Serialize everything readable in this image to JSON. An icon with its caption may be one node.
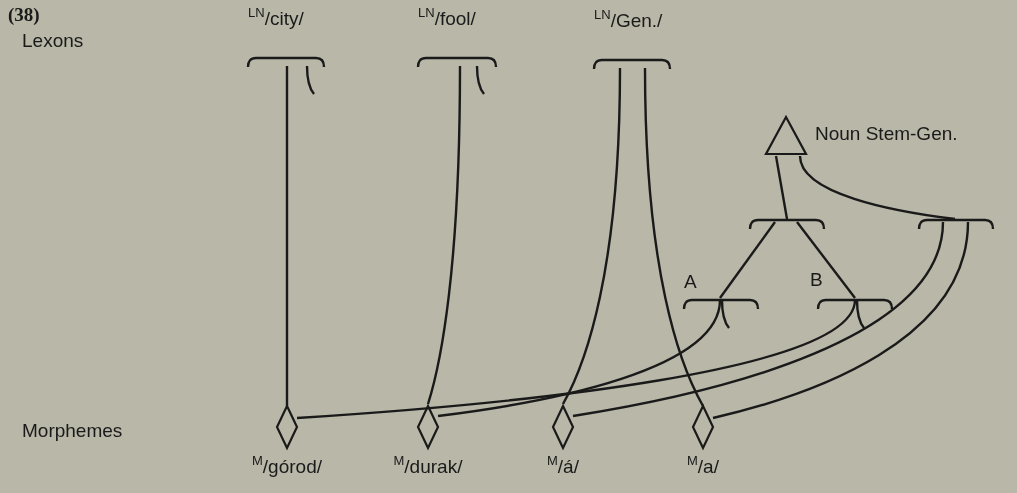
{
  "diagram": {
    "nodes": [
      {
        "text": [
          "$^{LN}$/city/"
        ]
      },
      {
        "text": [
          "$^{LN}$/fool/"
        ]
      },
      {
        "text": [
          "$^{LN}$/Gen./"
        ]
      },
      {
        "text": [
          "Noun Stem-Gen."
        ]
      },
      {
        "text": [],
        "shape": "bracket"
      },
      {
        "text": [],
        "shape": "bracket"
      },
      {
        "text": [
          "A"
        ]
      },
      {
        "text": [
          "B"
        ]
      },
      {
        "text": [
          "$^{M}$/górod/"
        ]
      },
      {
        "text": [
          "$^{M}$/durak/"
        ]
      },
      {
        "text": [
          "$^{M}$/á/"
        ]
      },
      {
        "text": [
          "$^{M}$/a/"
        ]
      }
    ],
    "edges": [
      {
        "from": 0,
        "to": 8,
        "arrow": "none"
      },
      {
        "from": 0,
        "to": null,
        "arrow": "none"
      },
      {
        "from": 1,
        "to": 9,
        "arrow": "none"
      },
      {
        "from": 1,
        "to": null,
        "arrow": "none"
      },
      {
        "from": 2,
        "to": 10,
        "arrow": "none"
      },
      {
        "from": 2,
        "to": 11,
        "arrow": "none"
      },
      {
        "from": 3,
        "to": 4,
        "arrow": "none"
      },
      {
        "from": 3,
        "to": 5,
        "arrow": "none"
      },
      {
        "from": 4,
        "to": 6,
        "arrow": "none"
      },
      {
        "from": 4,
        "to": 7,
        "arrow": "none"
      },
      {
        "from": 6,
        "to": 9,
        "arrow": "none"
      },
      {
        "from": 6,
        "to": null,
        "arrow": "none"
      },
      {
        "from": 7,
        "to": 8,
        "arrow": "none"
      },
      {
        "from": 7,
        "to": null,
        "arrow": "none"
      },
      {
        "from": 5,
        "to": 10,
        "arrow": "none"
      },
      {
        "from": 5,
        "to": 11,
        "arrow": "none"
      }
    ],
    "labels": [
      "(38)",
      "Lexons",
      "Morphemes"
    ]
  }
}
